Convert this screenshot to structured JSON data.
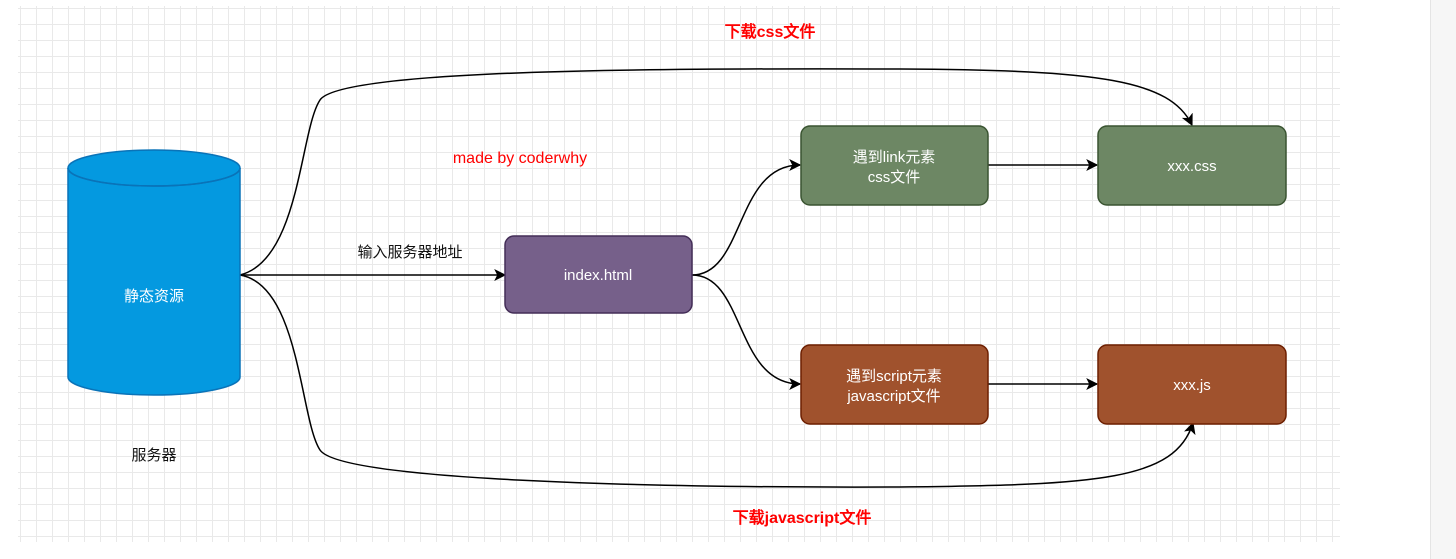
{
  "diagram": {
    "top_edge_label": "下载css文件",
    "bottom_edge_label": "下载javascript文件",
    "watermark": "made by coderwhy",
    "request_label": "输入服务器地址",
    "database": {
      "label": "静态资源",
      "caption": "服务器"
    },
    "index_node": {
      "label": "index.html"
    },
    "link_node": {
      "line1": "遇到link元素",
      "line2": "css文件"
    },
    "css_node": {
      "label": "xxx.css"
    },
    "script_node": {
      "line1": "遇到script元素",
      "line2": "javascript文件"
    },
    "js_node": {
      "label": "xxx.js"
    }
  },
  "colors": {
    "database": "#0499e0",
    "index": "#76608a",
    "css_green": "#6d8764",
    "js_brown": "#a0522d",
    "red_text": "#ff0000"
  }
}
